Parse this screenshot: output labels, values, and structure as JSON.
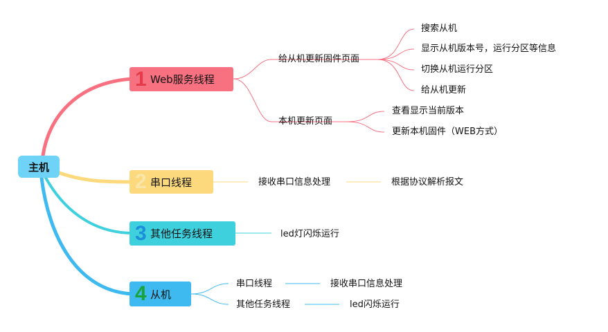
{
  "root": {
    "label": "主机"
  },
  "branches": [
    {
      "number": "1",
      "label": "Web服务线程",
      "color": "#f87181",
      "number_color": "#e53a4a",
      "children": [
        {
          "label": "给从机更新固件页面",
          "children": [
            "搜索从机",
            "显示从机版本号，运行分区等信息",
            "切换从机运行分区",
            "给从机更新"
          ]
        },
        {
          "label": "本机更新页面",
          "children": [
            "查看显示当前版本",
            "更新本机固件（WEB方式）"
          ]
        }
      ]
    },
    {
      "number": "2",
      "label": "串口线程",
      "color": "#fbd97c",
      "number_color": "#f7cc55",
      "children": [
        {
          "label": "接收串口信息处理",
          "children": [
            "根据协议解析报文"
          ]
        }
      ]
    },
    {
      "number": "3",
      "label": "其他任务线程",
      "color": "#3fd0de",
      "number_color": "#1b8fd9",
      "children": [
        {
          "label": "led灯闪烁运行",
          "children": []
        }
      ]
    },
    {
      "number": "4",
      "label": "从机",
      "color": "#3fbaf0",
      "number_color": "#1aa33a",
      "children": [
        {
          "label": "串口线程",
          "children": [
            "接收串口信息处理"
          ]
        },
        {
          "label": "其他任务线程",
          "children": [
            "led闪烁运行"
          ]
        }
      ]
    }
  ]
}
